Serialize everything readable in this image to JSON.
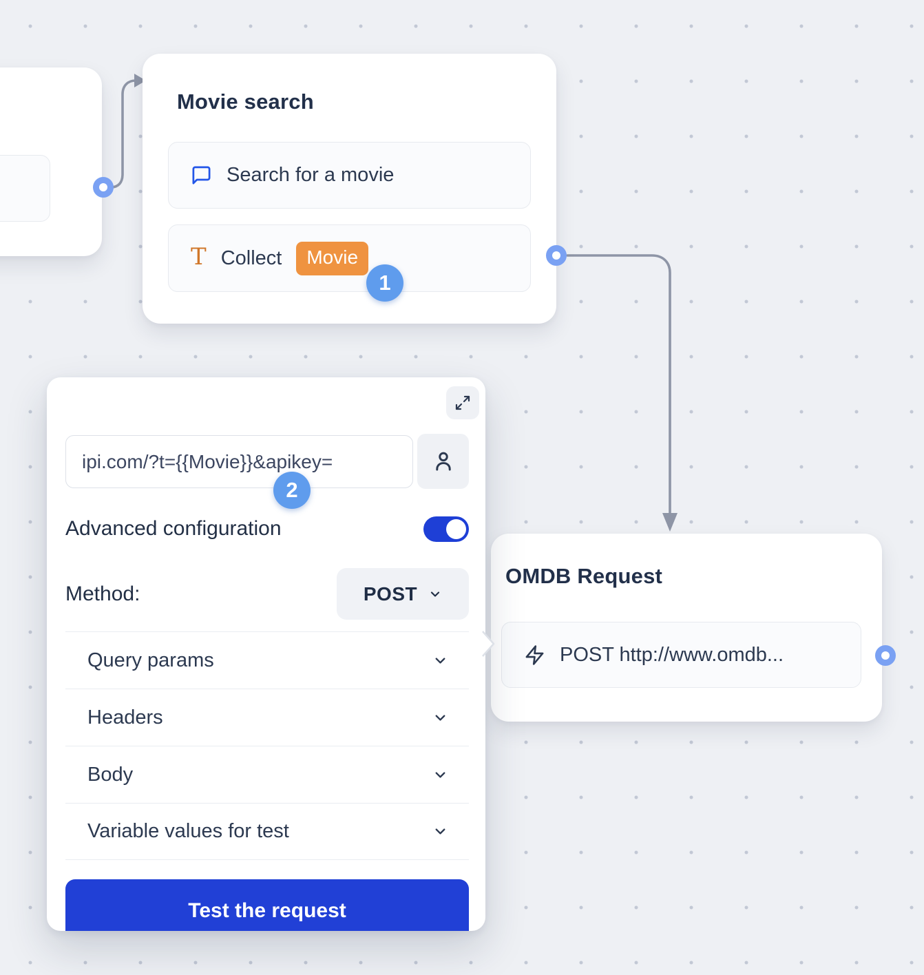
{
  "canvas": {
    "background": "#eef0f4",
    "dot_color": "#c2c8d5"
  },
  "colors": {
    "accent_blue": "#1e3fd6",
    "button_blue": "#2140d6",
    "badge_blue": "#5f9ced",
    "port_ring_blue": "#7aa1f3",
    "chip_orange": "#ef9340",
    "icon_orange": "#d0772a",
    "icon_blue": "#2356e8",
    "connector_gray": "#8e95a6",
    "text_dark": "#22304a"
  },
  "movie_node": {
    "title": "Movie search",
    "badge": "1",
    "blocks": [
      {
        "icon": "chat-bubble",
        "label": "Search for a movie"
      },
      {
        "icon": "text-input",
        "label": "Collect",
        "chip": "Movie"
      }
    ]
  },
  "omdb_node": {
    "title": "OMDB Request",
    "block": {
      "icon": "lightning",
      "label": "POST http://www.omdb..."
    }
  },
  "panel": {
    "badge": "2",
    "url_input": {
      "value": "ipi.com/?t={{Movie}}&apikey="
    },
    "advanced_label": "Advanced configuration",
    "advanced_toggle_on": true,
    "method_label": "Method:",
    "method_value": "POST",
    "sections": [
      "Query params",
      "Headers",
      "Body",
      "Variable values for test"
    ],
    "test_button": "Test the request"
  }
}
